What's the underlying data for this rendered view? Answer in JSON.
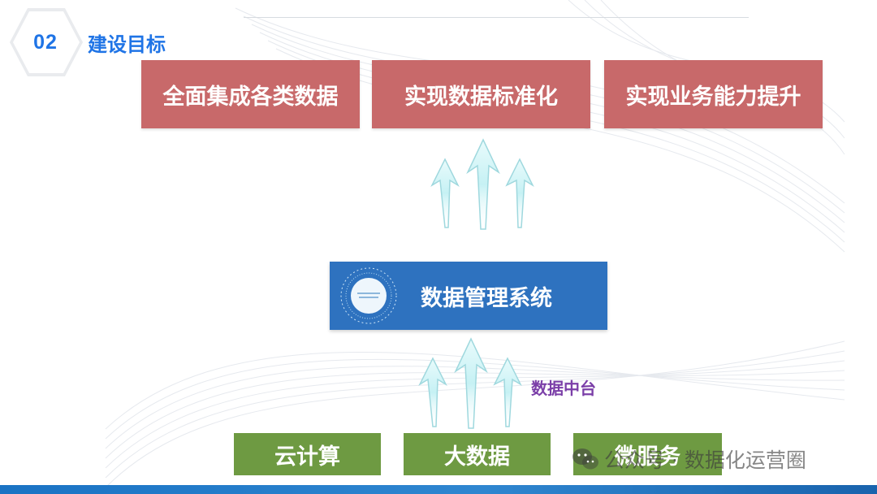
{
  "section": {
    "number": "02",
    "title": "建设目标"
  },
  "goals": [
    {
      "label": "全面集成各类数据"
    },
    {
      "label": "实现数据标准化"
    },
    {
      "label": "实现业务能力提升"
    }
  ],
  "system": {
    "label": "数据管理系统"
  },
  "middle_label": "数据中台",
  "technologies": [
    {
      "label": "云计算"
    },
    {
      "label": "大数据"
    },
    {
      "label": "微服务"
    }
  ],
  "watermark": {
    "source": "公众号 ·",
    "name": "数据化运营圈",
    "icon": "wechat-icon"
  },
  "colors": {
    "accent_blue": "#1f74e6",
    "goal_red": "#c8696a",
    "system_blue": "#2e72bf",
    "tech_green": "#6e9a42",
    "label_purple": "#7b3fa8",
    "arrow_cyan": "#bfeef2"
  }
}
